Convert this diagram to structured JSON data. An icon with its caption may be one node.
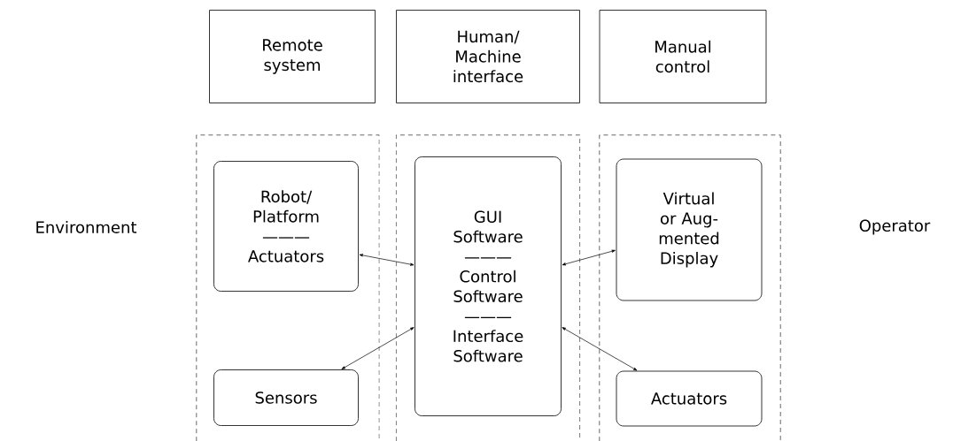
{
  "diagram": {
    "nodes": [
      {
        "text": [
          "Remote system"
        ]
      },
      {
        "text": [
          "Human/ Machine interface"
        ]
      },
      {
        "text": [
          "Manual control"
        ]
      },
      {
        "text": [],
        "shape": "box"
      },
      {
        "text": [
          "Robot/ Platform",
          "———",
          "Actuators"
        ],
        "in": 3
      },
      {
        "text": [
          "Sensors"
        ],
        "in": 3
      },
      {
        "text": [],
        "shape": "box"
      },
      {
        "text": [
          "GUI Software",
          "———",
          "Control Software",
          "———",
          "Interface Software"
        ],
        "in": 6
      },
      {
        "text": [],
        "shape": "box"
      },
      {
        "text": [
          "Virtual or Aug-mented Display"
        ],
        "in": 8
      },
      {
        "text": [
          "Actuators"
        ],
        "in": 8
      }
    ],
    "edges": [
      {
        "from": 4,
        "to": 7,
        "arrow": "both"
      },
      {
        "from": 5,
        "to": 7,
        "arrow": "both"
      },
      {
        "from": 9,
        "to": 7,
        "arrow": "both"
      },
      {
        "from": 10,
        "to": 7,
        "arrow": "both"
      }
    ],
    "labels": [
      "Environment",
      "Operator"
    ]
  }
}
